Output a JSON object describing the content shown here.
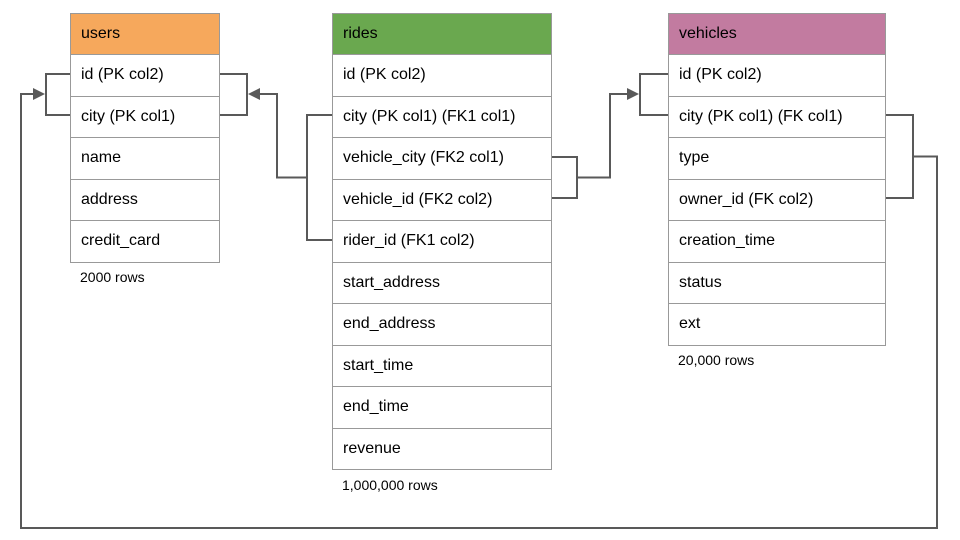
{
  "diagram": {
    "title": "database-schema",
    "line_color": "#595959",
    "border_color": "#999999",
    "tables": [
      {
        "name": "users",
        "header_color": "#F6A85C",
        "columns": [
          "id (PK col2)",
          "city (PK col1)",
          "name",
          "address",
          "credit_card"
        ],
        "row_count_label": "2000 rows"
      },
      {
        "name": "rides",
        "header_color": "#6AA84F",
        "columns": [
          "id (PK col2)",
          "city (PK col1) (FK1 col1)",
          "vehicle_city (FK2 col1)",
          "vehicle_id (FK2 col2)",
          "rider_id (FK1 col2)",
          "start_address",
          "end_address",
          "start_time",
          "end_time",
          "revenue"
        ],
        "row_count_label": "1,000,000 rows"
      },
      {
        "name": "vehicles",
        "header_color": "#C27BA0",
        "columns": [
          "id (PK col2)",
          "city (PK col1) (FK col1)",
          "type",
          "owner_id (FK col2)",
          "creation_time",
          "status",
          "ext"
        ],
        "row_count_label": "20,000 rows"
      }
    ],
    "relationships": [
      {
        "name": "FK1",
        "from_table": "rides",
        "from_columns": [
          "city (FK1 col1)",
          "rider_id (FK1 col2)"
        ],
        "to_table": "users",
        "to_columns": [
          "id",
          "city"
        ]
      },
      {
        "name": "FK2",
        "from_table": "rides",
        "from_columns": [
          "vehicle_city (FK2 col1)",
          "vehicle_id (FK2 col2)"
        ],
        "to_table": "vehicles",
        "to_columns": [
          "id",
          "city"
        ]
      },
      {
        "name": "FK",
        "from_table": "vehicles",
        "from_columns": [
          "city (FK col1)",
          "owner_id (FK col2)"
        ],
        "to_table": "users",
        "to_columns": [
          "id",
          "city"
        ]
      }
    ]
  }
}
